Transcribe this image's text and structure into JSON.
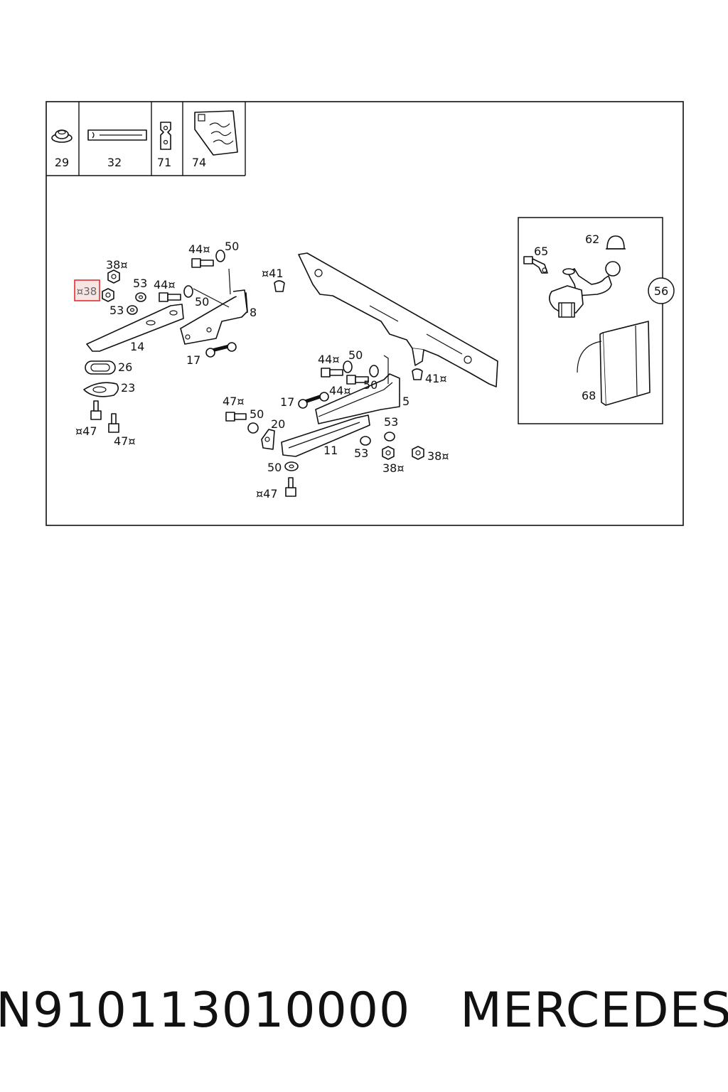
{
  "header_cells": [
    {
      "number": "29",
      "icon": "grommet-icon"
    },
    {
      "number": "32",
      "icon": "strip-icon"
    },
    {
      "number": "71",
      "icon": "bracket-plate-icon"
    },
    {
      "number": "74",
      "icon": "label-sticker-icon"
    }
  ],
  "highlight": {
    "label": "¤38",
    "color": "#e03030"
  },
  "callouts": [
    {
      "id": "c1",
      "text": "38¤"
    },
    {
      "id": "c2",
      "text": "53"
    },
    {
      "id": "c3",
      "text": "53"
    },
    {
      "id": "c4",
      "text": "44¤"
    },
    {
      "id": "c5",
      "text": "50"
    },
    {
      "id": "c6",
      "text": "44¤"
    },
    {
      "id": "c7",
      "text": "50"
    },
    {
      "id": "c8",
      "text": "8"
    },
    {
      "id": "c9",
      "text": "14"
    },
    {
      "id": "c10",
      "text": "17"
    },
    {
      "id": "c11",
      "text": "26"
    },
    {
      "id": "c12",
      "text": "23"
    },
    {
      "id": "c13",
      "text": "¤47"
    },
    {
      "id": "c14",
      "text": "47¤"
    },
    {
      "id": "c15",
      "text": "¤41"
    },
    {
      "id": "c16",
      "text": "44¤"
    },
    {
      "id": "c17",
      "text": "50"
    },
    {
      "id": "c18",
      "text": "44¤"
    },
    {
      "id": "c19",
      "text": "50"
    },
    {
      "id": "c20",
      "text": "41¤"
    },
    {
      "id": "c21",
      "text": "5"
    },
    {
      "id": "c22",
      "text": "17"
    },
    {
      "id": "c23",
      "text": "47¤"
    },
    {
      "id": "c24",
      "text": "50"
    },
    {
      "id": "c25",
      "text": "20"
    },
    {
      "id": "c26",
      "text": "11"
    },
    {
      "id": "c27",
      "text": "53"
    },
    {
      "id": "c28",
      "text": "53"
    },
    {
      "id": "c29",
      "text": "38¤"
    },
    {
      "id": "c30",
      "text": "38¤"
    },
    {
      "id": "c31",
      "text": "50"
    },
    {
      "id": "c32",
      "text": "¤47"
    },
    {
      "id": "c33",
      "text": "62"
    },
    {
      "id": "c34",
      "text": "65"
    },
    {
      "id": "c35",
      "text": "68"
    }
  ],
  "circled_callout": "56",
  "footer": {
    "part_number": "N910113010000",
    "brand": "MERCEDES"
  }
}
